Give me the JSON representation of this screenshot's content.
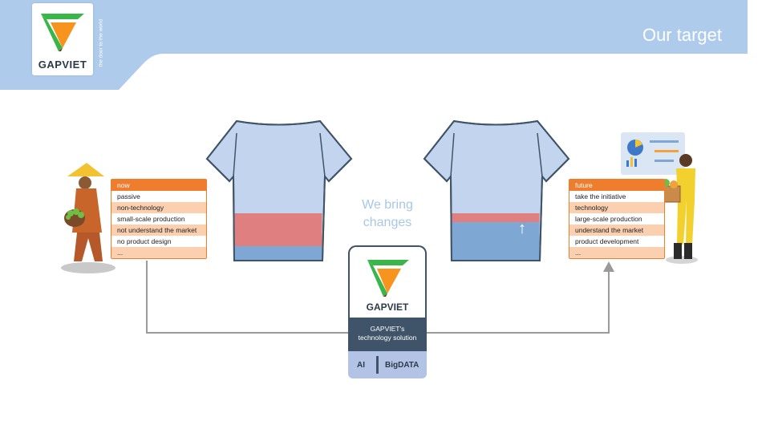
{
  "header": {
    "title": "Our target",
    "brand": "GAPVIET",
    "tagline": "the door to the world"
  },
  "now_box": {
    "label": "now",
    "items": [
      "passive",
      "non-technology",
      "small-scale production",
      "not understand the market",
      "no product design",
      "..."
    ]
  },
  "future_box": {
    "label": "future",
    "items": [
      "take the initiative",
      "technology",
      "large-scale production",
      "understand the market",
      "product development",
      "..."
    ]
  },
  "center": {
    "line1": "We bring",
    "line2": "changes"
  },
  "badge": {
    "brand": "GAPVIET",
    "solution_line1": "GAPVIET's",
    "solution_line2": "technology solution",
    "tag1": "AI",
    "tag2": "BigDATA"
  },
  "colors": {
    "header_band": "#aecbec",
    "orange": "#ef7d2e",
    "orange_light": "#fbd0b0",
    "shirt": "#c3d5ee",
    "shirt_red": "#df7f7f",
    "shirt_blue": "#7ea7d3",
    "badge_dark": "#3f5468",
    "connector": "#9a9a9a"
  },
  "icons": {
    "logo": "gapviet-logo-icon",
    "up_arrow": "up-arrow-icon"
  }
}
